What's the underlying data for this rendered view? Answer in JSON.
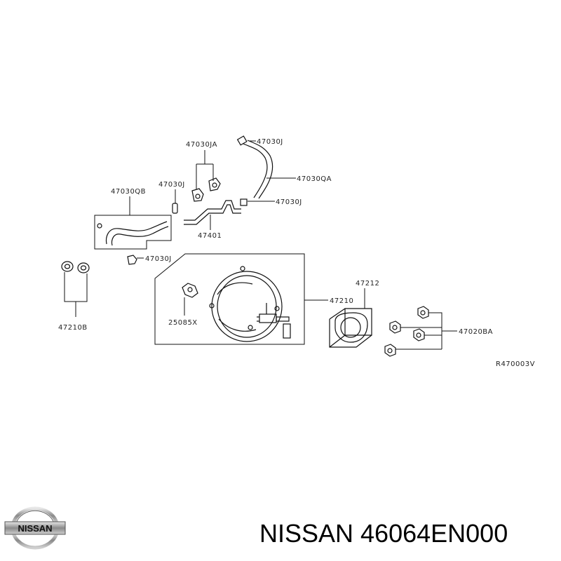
{
  "labels": {
    "p47030JA": "47030JA",
    "p47030J_top": "47030J",
    "p47030QA": "47030QA",
    "p47030J_right": "47030J",
    "p47030J_left": "47030J",
    "p47030QB": "47030QB",
    "p47401": "47401",
    "p47030J_bottom": "47030J",
    "p47210B": "47210B",
    "p25085X": "25085X",
    "p47210": "47210",
    "p47212": "47212",
    "p47020BA": "47020BA",
    "diagram_code": "R470003V"
  },
  "brand": {
    "logo_text": "NISSAN",
    "caption": "NISSAN 46064EN000"
  }
}
